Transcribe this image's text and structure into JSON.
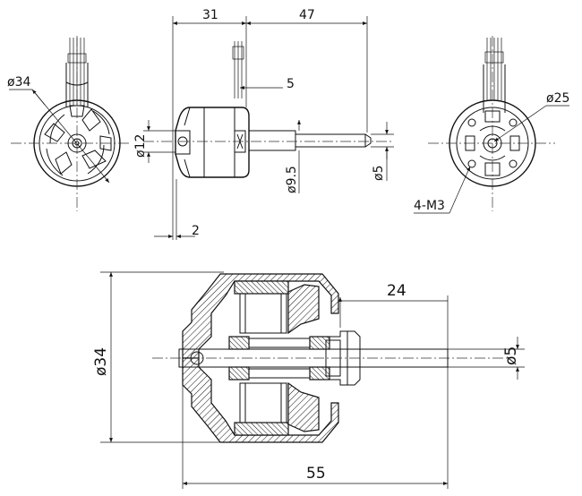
{
  "dimensions": {
    "top_length_31": "31",
    "top_length_47": "47",
    "top_step_5": "5",
    "top_gap_2": "2",
    "top_dia_12": "ø12",
    "top_dia_9_5": "ø9.5",
    "top_dia_5": "ø5",
    "left_dia_34": "ø34",
    "right_dia_25": "ø25",
    "right_holes": "4-M3",
    "section_dia_34": "ø34",
    "section_shaft_24": "24",
    "section_dia_5": "ø5",
    "section_length_55": "55"
  }
}
